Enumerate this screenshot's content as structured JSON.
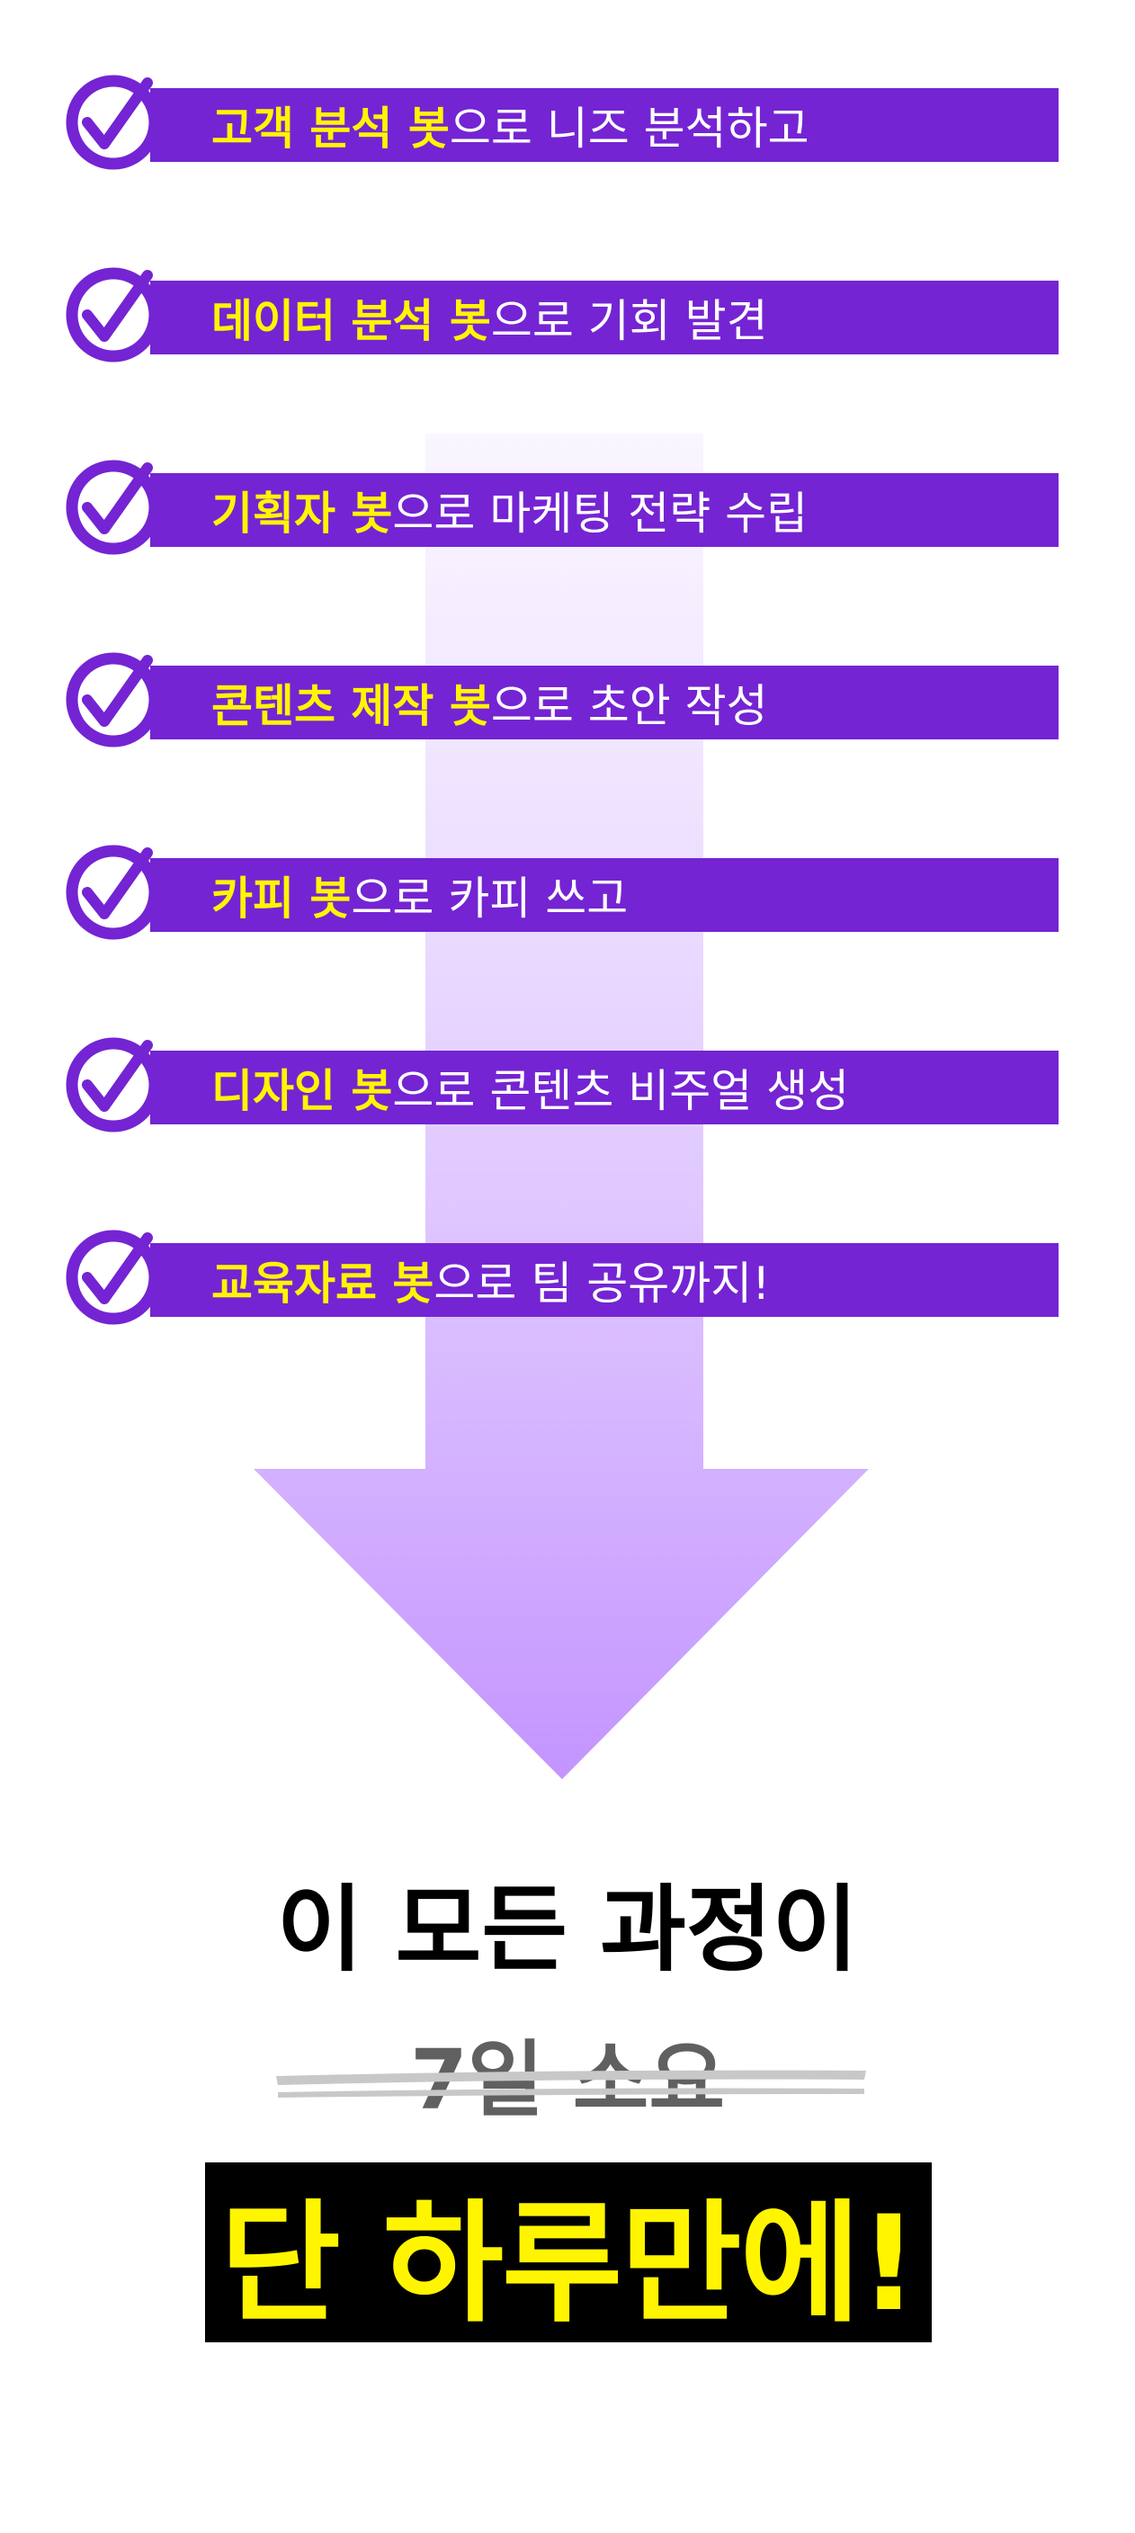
{
  "colors": {
    "purple": "#7424D3",
    "yellow": "#FFF500",
    "arrow_top": "#F6F0FF",
    "arrow_bottom": "#C394FF",
    "gray": "#606060"
  },
  "steps": [
    {
      "highlight": "고객 분석 봇",
      "rest": "으로 니즈 분석하고"
    },
    {
      "highlight": "데이터 분석 봇",
      "rest": "으로 기회 발견"
    },
    {
      "highlight": "기획자 봇",
      "rest": "으로 마케팅 전략 수립"
    },
    {
      "highlight": "콘텐츠 제작 봇",
      "rest": "으로 초안 작성"
    },
    {
      "highlight": "카피 봇",
      "rest": "으로 카피 쓰고"
    },
    {
      "highlight": "디자인 봇",
      "rest": "으로 콘텐츠 비주얼 생성"
    },
    {
      "highlight": "교육자료 봇",
      "rest": "으로 팀 공유까지!"
    }
  ],
  "headline": "이 모든 과정이",
  "struck": "7일 소요",
  "punchline": "단 하루만에!"
}
